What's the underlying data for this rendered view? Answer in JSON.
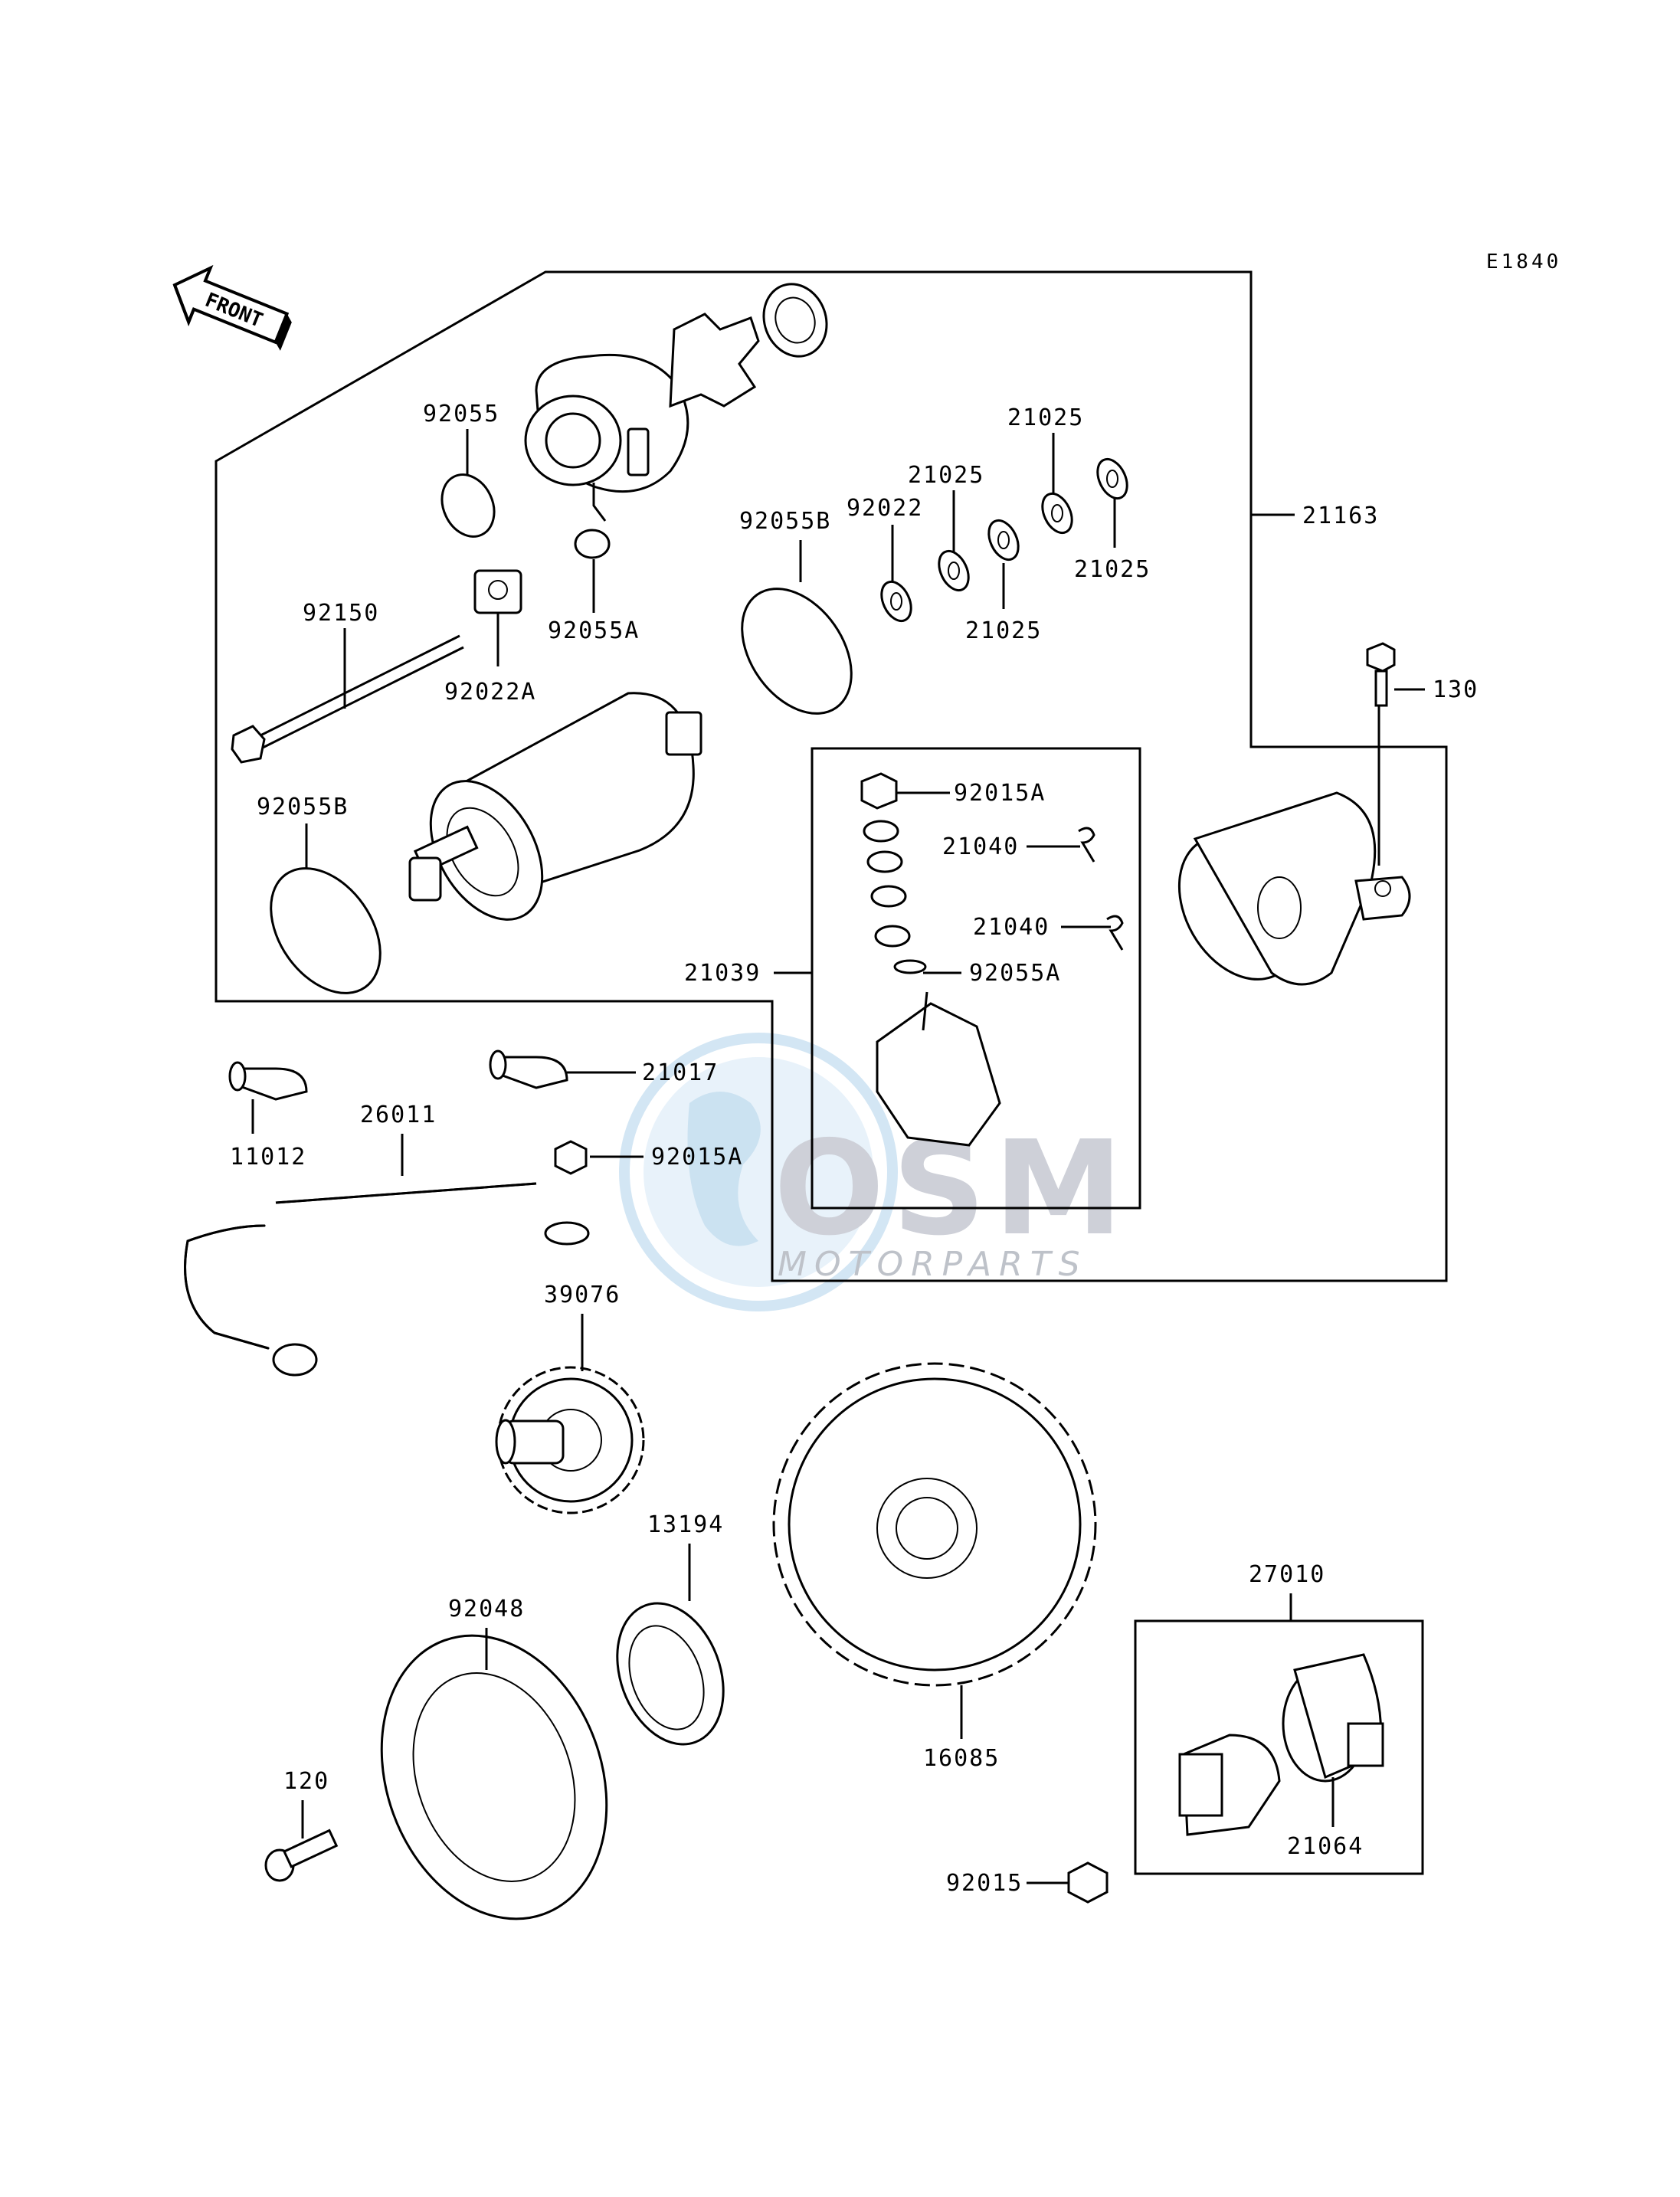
{
  "diagram": {
    "code": "E1840",
    "front_label": "FRONT",
    "watermark": {
      "brand": "OSM",
      "sub": "MOTORPARTS"
    },
    "labels": {
      "p92055": "92055",
      "p92055A_top": "92055A",
      "p92055B_top": "92055B",
      "p92022": "92022",
      "p21025_a": "21025",
      "p21025_b": "21025",
      "p21025_c": "21025",
      "p21025_d": "21025",
      "p21163": "21163",
      "p92150": "92150",
      "p92022A": "92022A",
      "p130": "130",
      "p92055B_left": "92055B",
      "p92015A_top": "92015A",
      "p21040_a": "21040",
      "p21040_b": "21040",
      "p21039": "21039",
      "p92055A_mid": "92055A",
      "p21017": "21017",
      "p11012": "11012",
      "p26011": "26011",
      "p92015A_mid": "92015A",
      "p39076": "39076",
      "p13194": "13194",
      "p92048": "92048",
      "p16085": "16085",
      "p27010": "27010",
      "p120": "120",
      "p21064": "21064",
      "p92015": "92015"
    }
  }
}
